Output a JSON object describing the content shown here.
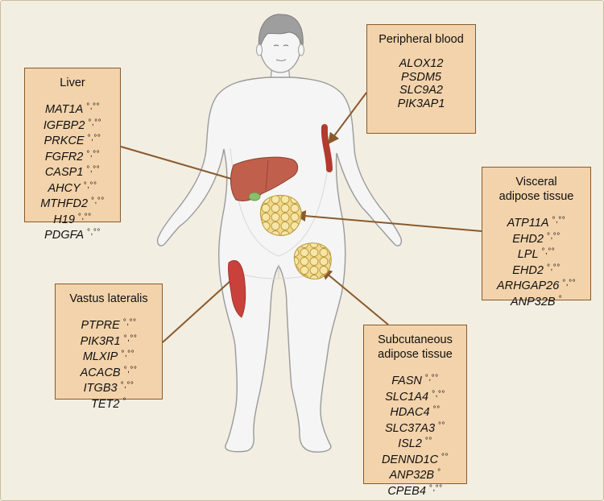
{
  "boxes": {
    "liver": {
      "title": [
        "Liver"
      ],
      "genes": [
        {
          "name": "MAT1A",
          "mark": "°,°°"
        },
        {
          "name": "IGFBP2",
          "mark": "°,°°"
        },
        {
          "name": "PRKCE",
          "mark": "°,°°"
        },
        {
          "name": "FGFR2",
          "mark": "°,°°"
        },
        {
          "name": "CASP1",
          "mark": "°,°°"
        },
        {
          "name": "AHCY",
          "mark": "°,°°"
        },
        {
          "name": "MTHFD2",
          "mark": "°,°°"
        },
        {
          "name": "H19",
          "mark": "°,°°"
        },
        {
          "name": "PDGFA",
          "mark": "°,°°"
        }
      ]
    },
    "peripheral_blood": {
      "title": [
        "Peripheral blood"
      ],
      "genes": [
        {
          "name": "ALOX12",
          "mark": ""
        },
        {
          "name": "PSDM5",
          "mark": ""
        },
        {
          "name": "SLC9A2",
          "mark": ""
        },
        {
          "name": "PIK3AP1",
          "mark": ""
        }
      ]
    },
    "visceral": {
      "title": [
        "Visceral",
        "adipose tissue"
      ],
      "genes": [
        {
          "name": "ATP11A",
          "mark": "°,°°"
        },
        {
          "name": "EHD2",
          "mark": "°,°°"
        },
        {
          "name": "LPL",
          "mark": "°,°°"
        },
        {
          "name": "EHD2",
          "mark": "°,°°"
        },
        {
          "name": "ARHGAP26",
          "mark": "°,°°"
        },
        {
          "name": "ANP32B",
          "mark": "°"
        }
      ]
    },
    "vastus": {
      "title": [
        "Vastus lateralis"
      ],
      "genes": [
        {
          "name": "PTPRE",
          "mark": "°,°°"
        },
        {
          "name": "PIK3R1",
          "mark": "°,°°"
        },
        {
          "name": "MLXIP",
          "mark": "°,°°"
        },
        {
          "name": "ACACB",
          "mark": "°,°°"
        },
        {
          "name": "ITGB3",
          "mark": "°,°°"
        },
        {
          "name": "TET2",
          "mark": "°"
        }
      ]
    },
    "subcutaneous": {
      "title": [
        "Subcutaneous",
        "adipose tissue"
      ],
      "genes": [
        {
          "name": "FASN",
          "mark": "°,°°"
        },
        {
          "name": "SLC1A4",
          "mark": "°,°°"
        },
        {
          "name": "HDAC4",
          "mark": "°°"
        },
        {
          "name": "SLC37A3",
          "mark": "°°"
        },
        {
          "name": "ISL2",
          "mark": "°°"
        },
        {
          "name": "DENND1C",
          "mark": "°°"
        },
        {
          "name": "ANP32B",
          "mark": "°"
        },
        {
          "name": "CPEB4",
          "mark": "°,°°"
        }
      ]
    }
  },
  "colors": {
    "panel_background": "#f3eee2",
    "box_fill": "#f3d3ab",
    "box_border": "#8a5a2b",
    "arrow": "#8a5a2b",
    "body_fill": "#f5f5f5",
    "body_outline": "#9a9a9a",
    "hair": "#9e9e9e",
    "liver": "#c0604c",
    "gallbladder": "#8cbf6a",
    "blood_vessel": "#b23a2e",
    "fat": "#f2d98c",
    "muscle": "#c8413b"
  },
  "icons": [
    "human-body-figure",
    "liver-organ-icon",
    "blood-vessel-icon",
    "visceral-fat-icon",
    "subcutaneous-fat-icon",
    "thigh-muscle-icon"
  ]
}
